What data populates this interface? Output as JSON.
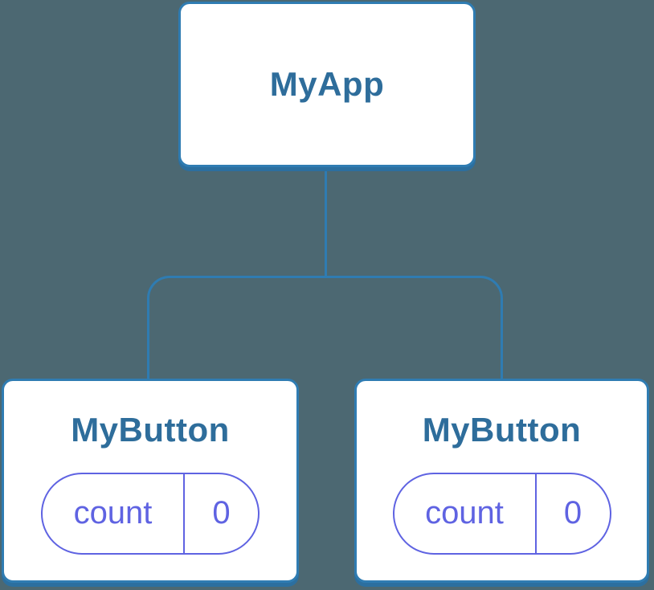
{
  "colors": {
    "background": "#4C6872",
    "connector": "#2F7CB2",
    "node_border": "#2F7CB2",
    "node_shadow": "#2C6F9F",
    "node_fill": "#FFFFFF",
    "heading_text": "#2E6D9B",
    "state_accent": "#5F63E2"
  },
  "tree": {
    "root": {
      "label": "MyApp"
    },
    "children": [
      {
        "label": "MyButton",
        "state": {
          "key": "count",
          "value": "0"
        }
      },
      {
        "label": "MyButton",
        "state": {
          "key": "count",
          "value": "0"
        }
      }
    ]
  }
}
